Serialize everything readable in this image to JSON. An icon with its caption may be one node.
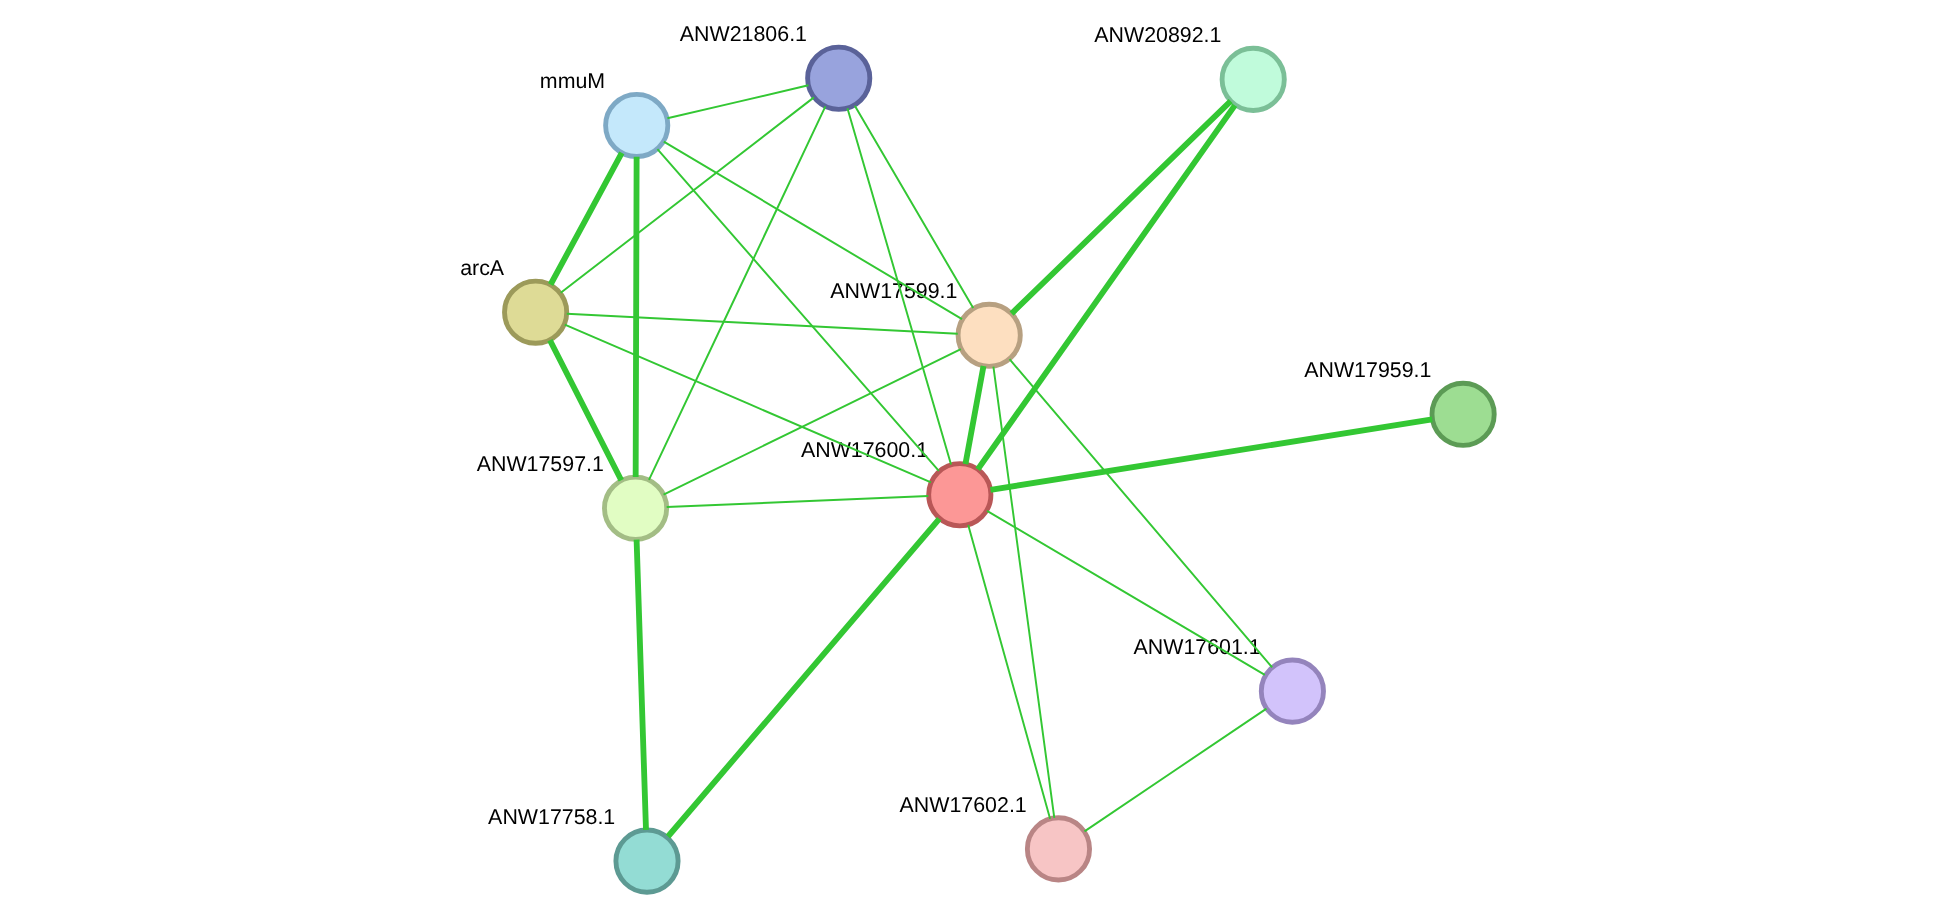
{
  "diagram": {
    "nodes": [
      {
        "text": [],
        "shape": "circle",
        "beside": [
          "mmuM"
        ]
      },
      {
        "text": [],
        "shape": "circle",
        "beside": [
          "ANW21806.1"
        ]
      },
      {
        "text": [],
        "shape": "circle",
        "beside": [
          "arcA"
        ]
      },
      {
        "text": [],
        "shape": "circle",
        "beside": [
          "ANW20892.1"
        ]
      },
      {
        "text": [],
        "shape": "circle",
        "beside": [
          "ANW17599.1"
        ]
      },
      {
        "text": [],
        "shape": "circle",
        "beside": [
          "ANW17597.1"
        ]
      },
      {
        "text": [],
        "shape": "circle",
        "beside": [
          "ANW17600.1"
        ]
      },
      {
        "text": [],
        "shape": "circle",
        "beside": [
          "ANW17959.1"
        ]
      },
      {
        "text": [],
        "shape": "circle",
        "beside": [
          "ANW17758.1"
        ]
      },
      {
        "text": [],
        "shape": "circle",
        "beside": [
          "ANW17601.1"
        ]
      },
      {
        "text": [],
        "shape": "circle",
        "beside": [
          "ANW17602.1"
        ]
      }
    ],
    "edges": [
      {
        "from": 0,
        "to": 1,
        "arrow": "none"
      },
      {
        "from": 0,
        "to": 2,
        "arrow": "none",
        "style": "thick"
      },
      {
        "from": 0,
        "to": 5,
        "arrow": "none",
        "style": "thick"
      },
      {
        "from": 0,
        "to": 4,
        "arrow": "none"
      },
      {
        "from": 0,
        "to": 6,
        "arrow": "none"
      },
      {
        "from": 1,
        "to": 2,
        "arrow": "none"
      },
      {
        "from": 1,
        "to": 5,
        "arrow": "none"
      },
      {
        "from": 1,
        "to": 4,
        "arrow": "none"
      },
      {
        "from": 1,
        "to": 6,
        "arrow": "none"
      },
      {
        "from": 2,
        "to": 5,
        "arrow": "none",
        "style": "thick"
      },
      {
        "from": 2,
        "to": 4,
        "arrow": "none"
      },
      {
        "from": 2,
        "to": 6,
        "arrow": "none"
      },
      {
        "from": 3,
        "to": 4,
        "arrow": "none",
        "style": "thick"
      },
      {
        "from": 3,
        "to": 6,
        "arrow": "none",
        "style": "thick"
      },
      {
        "from": 4,
        "to": 5,
        "arrow": "none"
      },
      {
        "from": 4,
        "to": 6,
        "arrow": "none",
        "style": "thick"
      },
      {
        "from": 4,
        "to": 9,
        "arrow": "none"
      },
      {
        "from": 4,
        "to": 10,
        "arrow": "none"
      },
      {
        "from": 5,
        "to": 6,
        "arrow": "none"
      },
      {
        "from": 5,
        "to": 8,
        "arrow": "none",
        "style": "thick"
      },
      {
        "from": 6,
        "to": 7,
        "arrow": "none",
        "style": "thick"
      },
      {
        "from": 6,
        "to": 8,
        "arrow": "none",
        "style": "thick"
      },
      {
        "from": 6,
        "to": 9,
        "arrow": "none"
      },
      {
        "from": 6,
        "to": 10,
        "arrow": "none"
      },
      {
        "from": 9,
        "to": 10,
        "arrow": "none"
      }
    ]
  }
}
